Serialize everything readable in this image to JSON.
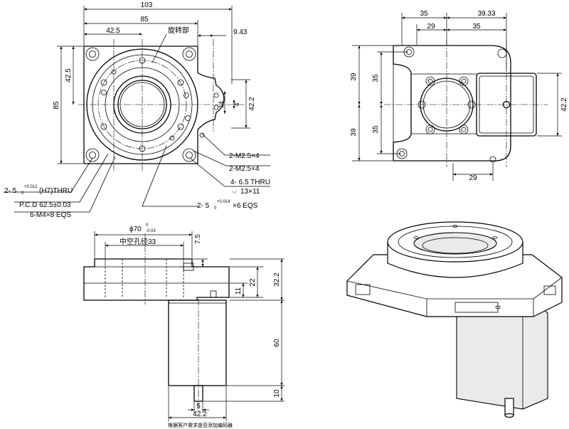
{
  "top_view": {
    "dim_103": "103",
    "dim_85_top": "85",
    "rotating_part_label": "旋转部",
    "dim_42_5_top": "42.5",
    "dim_9_43": "9.43",
    "dim_85_left": "85",
    "dim_42_5_left": "42.5",
    "dim_42_2": "42.2",
    "dim_14": "14",
    "dim_4": "4",
    "callout_m25_a": "2-M2.5×4",
    "callout_m25_b": "2-M2.5×4",
    "callout_thru_a": "4-  6.5 THRU",
    "callout_thru_b": "13×11",
    "callout_h7_prefix": "2- 5",
    "callout_h7_tol_upper": "+0.012",
    "callout_h7_tol_lower": "0",
    "callout_h7_suffix": "(H7)THRU",
    "callout_pcd": "P.C.D   62.5±0.03",
    "callout_m4": "6-M4×8 EQS",
    "callout_eqs_prefix": "2- 5",
    "callout_eqs_tol_upper": "+0.014",
    "callout_eqs_tol_lower": "0",
    "callout_eqs_suffix": "×6 EQS"
  },
  "right_view": {
    "dim_35_a": "35",
    "dim_39_33": "39.33",
    "dim_29_a": "29",
    "dim_35_b": "35",
    "dim_39_a": "39",
    "dim_35_c": "35",
    "dim_39_b": "39",
    "dim_35_d": "35",
    "dim_42_2": "42.2",
    "dim_29_b": "29"
  },
  "side_view": {
    "dim_phi70": "ϕ70",
    "dim_phi70_tol_upper": "0",
    "dim_phi70_tol_lower": "-0.03",
    "hollow_label": "中空孔径33",
    "dim_7_5": "7.5",
    "dim_32_2": "32.2",
    "dim_22": "22",
    "dim_11": "11",
    "dim_60": "60",
    "dim_10": "10",
    "dim_5": "5",
    "dim_42_2": "42.2",
    "note": "根据客户需求是否添加编码器"
  }
}
